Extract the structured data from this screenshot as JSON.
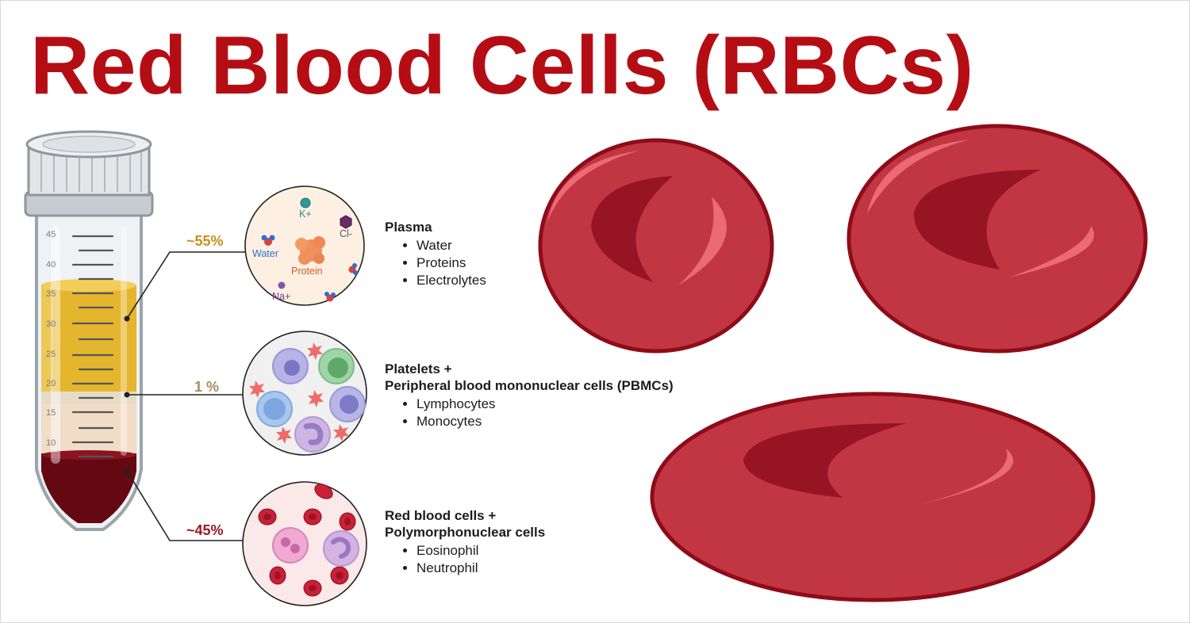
{
  "title": "Red Blood Cells (RBCs)",
  "tube_ticks": [
    "45",
    "40",
    "35",
    "30",
    "25",
    "20",
    "15",
    "10"
  ],
  "layers": [
    {
      "percent": "~55%",
      "color": "#c98f1c",
      "heading": [
        "Plasma"
      ],
      "items": [
        "Water",
        "Proteins",
        "Electrolytes"
      ]
    },
    {
      "percent": "1 %",
      "color": "#a88a5a",
      "heading": [
        "Platelets +",
        "Peripheral blood mononuclear cells (PBMCs)"
      ],
      "items": [
        "Lymphocytes",
        "Monocytes"
      ]
    },
    {
      "percent": "~45%",
      "color": "#9a1a20",
      "heading": [
        "Red blood cells +",
        "Polymorphonuclear cells"
      ],
      "items": [
        "Eosinophil",
        "Neutrophil"
      ]
    }
  ],
  "plasma_labels": {
    "potassium": "K+",
    "chloride": "Cl-",
    "water": "Water",
    "protein": "Protein",
    "sodium": "Na+"
  },
  "colors": {
    "title": "#b50d14",
    "rbc_fill": "#c23643",
    "rbc_outline": "#8e0c18",
    "rbc_dimple": "#961424",
    "rbc_highlight": "#ea6a75",
    "plasma": "#e2b536",
    "buffy": "#e3d7c0",
    "rbc_layer": "#6b0a12"
  }
}
